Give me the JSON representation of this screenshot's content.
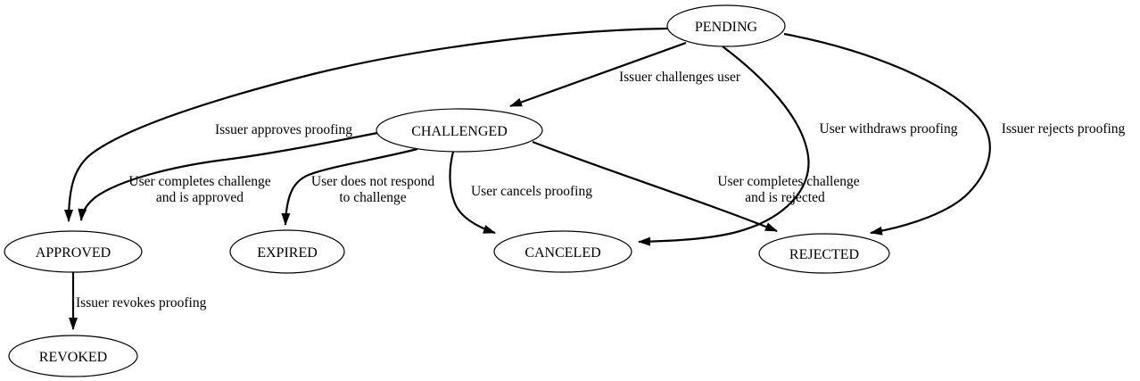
{
  "diagram": {
    "title": "proofing state diagram",
    "background_color": "#ffffff",
    "line_color": "#000000",
    "nodes": {
      "pending": {
        "label": "PENDING"
      },
      "challenged": {
        "label": "CHALLENGED"
      },
      "approved": {
        "label": "APPROVED"
      },
      "expired": {
        "label": "EXPIRED"
      },
      "canceled": {
        "label": "CANCELED"
      },
      "rejected": {
        "label": "REJECTED"
      },
      "revoked": {
        "label": "REVOKED"
      }
    },
    "edges": {
      "pending_challenged": {
        "from": "PENDING",
        "to": "CHALLENGED",
        "label": "Issuer challenges user"
      },
      "pending_approved": {
        "from": "PENDING",
        "to": "APPROVED",
        "label": "Issuer approves proofing"
      },
      "pending_canceled": {
        "from": "PENDING",
        "to": "CANCELED",
        "label": "User withdraws proofing"
      },
      "pending_rejected": {
        "from": "PENDING",
        "to": "REJECTED",
        "label": "Issuer rejects proofing"
      },
      "challenged_approved": {
        "from": "CHALLENGED",
        "to": "APPROVED",
        "lines": [
          "User completes challenge",
          "and is approved"
        ]
      },
      "challenged_expired": {
        "from": "CHALLENGED",
        "to": "EXPIRED",
        "lines": [
          "User does not respond",
          "to challenge"
        ]
      },
      "challenged_canceled": {
        "from": "CHALLENGED",
        "to": "CANCELED",
        "label": "User cancels proofing"
      },
      "challenged_rejected": {
        "from": "CHALLENGED",
        "to": "REJECTED",
        "lines": [
          "User completes challenge",
          "and is rejected"
        ]
      },
      "approved_revoked": {
        "from": "APPROVED",
        "to": "REVOKED",
        "label": "Issuer revokes proofing"
      }
    }
  }
}
